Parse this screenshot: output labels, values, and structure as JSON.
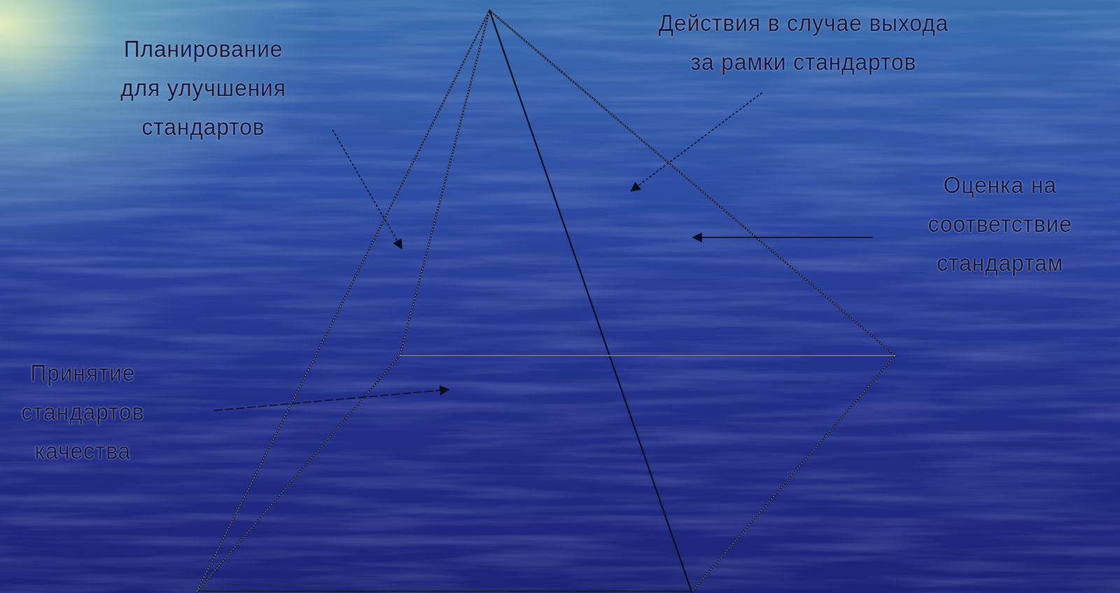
{
  "diagram": {
    "labels": [
      "Планирование для улучшения стандартов",
      "Действия в случае выхода за рамки стандартов",
      "Оценка на соответствие стандартам",
      "Принятие стандартов качества"
    ]
  }
}
